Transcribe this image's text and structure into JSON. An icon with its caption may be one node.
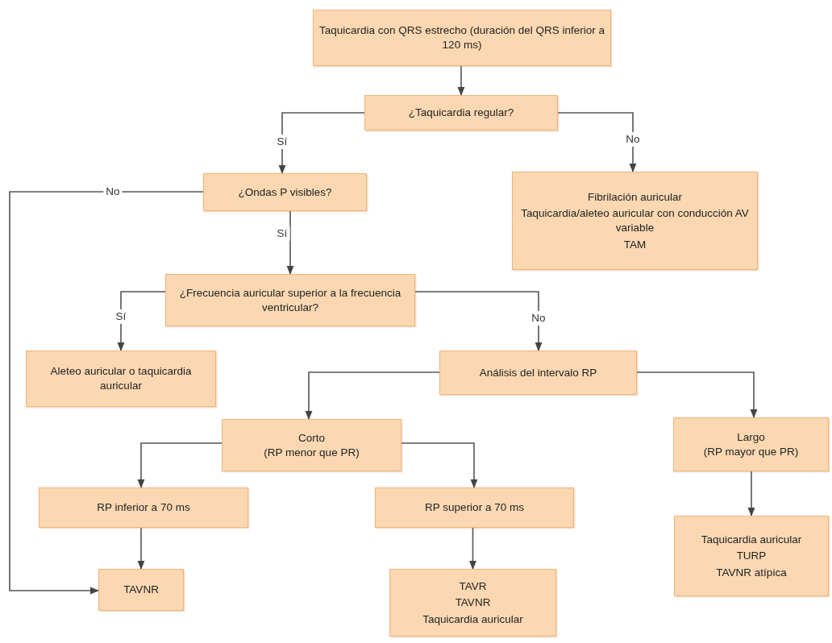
{
  "diagram": {
    "nodes": [
      {
        "text": [
          "Taquicardia con QRS estrecho (duración del QRS inferior a 120 ms)"
        ]
      },
      {
        "text": [
          "¿Taquicardia regular?"
        ]
      },
      {
        "text": [
          "¿Ondas P visibles?"
        ]
      },
      {
        "text": [
          "Fibrilación auricular",
          "Taquicardia/aleteo auricular con conducción AV variable",
          "TAM"
        ]
      },
      {
        "text": [
          "¿Frecuencia auricular superior a la frecuencia ventricular?"
        ]
      },
      {
        "text": [
          "Aleteo auricular o taquicardia auricular"
        ]
      },
      {
        "text": [
          "Análisis del intervalo RP"
        ]
      },
      {
        "text": [
          "Corto",
          "(RP menor que PR)"
        ]
      },
      {
        "text": [
          "Largo",
          "(RP mayor que PR)"
        ]
      },
      {
        "text": [
          "RP inferior a 70 ms"
        ]
      },
      {
        "text": [
          "RP superior a 70 ms"
        ]
      },
      {
        "text": [
          "TAVNR"
        ]
      },
      {
        "text": [
          "TAVR",
          "TAVNR",
          "Taquicardia auricular"
        ]
      },
      {
        "text": [
          "Taquicardia auricular",
          "TURP",
          "TAVNR atípica"
        ]
      }
    ],
    "edges": [
      {
        "from": 0,
        "to": 1,
        "arrow": "to"
      },
      {
        "from": 1,
        "to": 2,
        "arrow": "to",
        "label": "Sí"
      },
      {
        "from": 1,
        "to": 3,
        "arrow": "to",
        "label": "No"
      },
      {
        "from": 2,
        "to": 11,
        "arrow": "to",
        "label": "No"
      },
      {
        "from": 2,
        "to": 4,
        "arrow": "to",
        "label": "Sí"
      },
      {
        "from": 4,
        "to": 5,
        "arrow": "to",
        "label": "Sí"
      },
      {
        "from": 4,
        "to": 6,
        "arrow": "to",
        "label": "No"
      },
      {
        "from": 6,
        "to": 7,
        "arrow": "to"
      },
      {
        "from": 6,
        "to": 8,
        "arrow": "to"
      },
      {
        "from": 7,
        "to": 9,
        "arrow": "to"
      },
      {
        "from": 7,
        "to": 10,
        "arrow": "to"
      },
      {
        "from": 9,
        "to": 11,
        "arrow": "to"
      },
      {
        "from": 10,
        "to": 12,
        "arrow": "to"
      },
      {
        "from": 8,
        "to": 13,
        "arrow": "to"
      }
    ]
  }
}
